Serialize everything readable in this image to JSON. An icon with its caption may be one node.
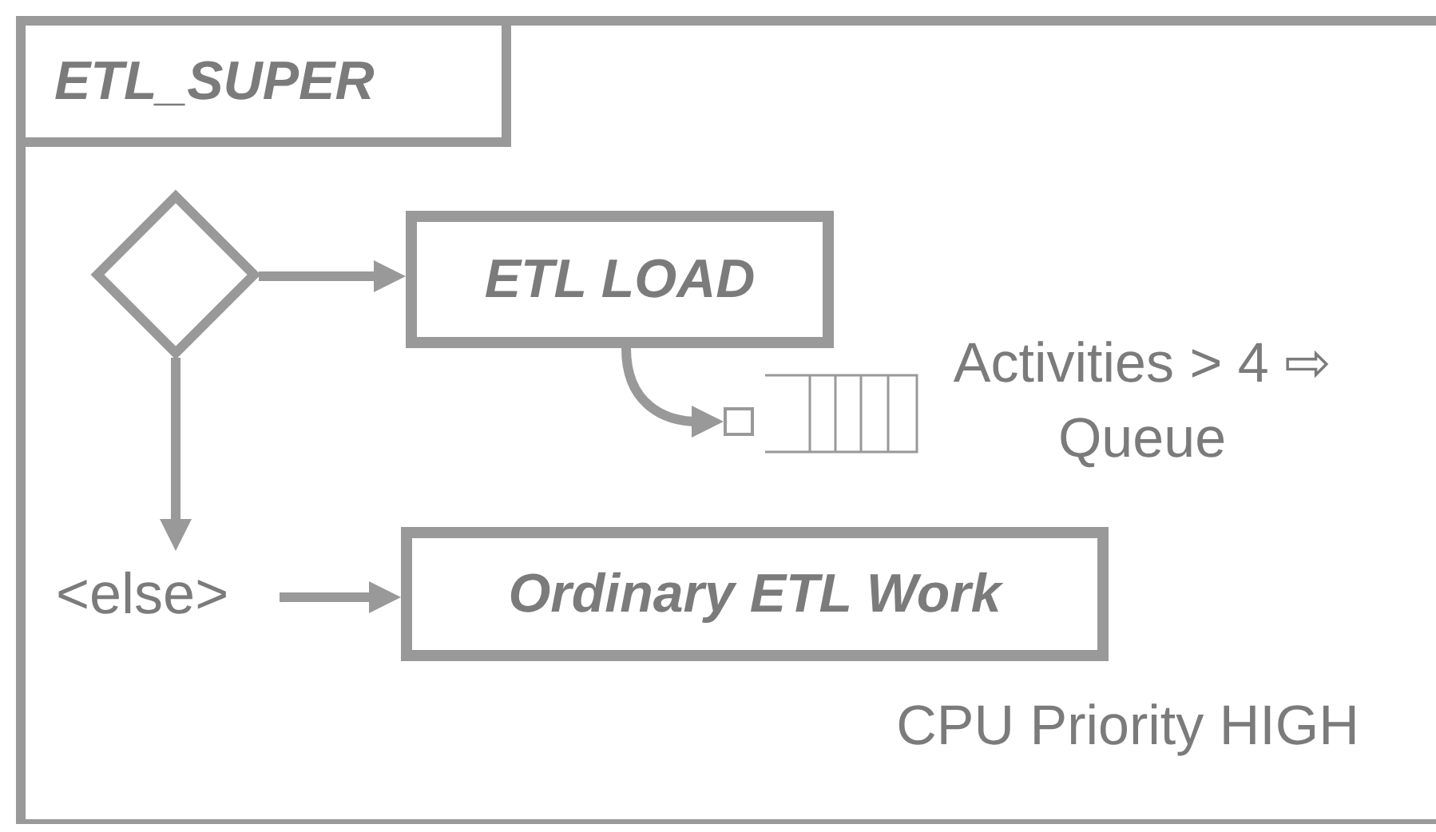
{
  "diagram": {
    "nodes": [
      {
        "text": [],
        "shape": "box"
      },
      {
        "text": [
          "ETL_SUPER"
        ],
        "in": 0
      },
      {
        "text": [],
        "shape": "diamond",
        "in": 0
      },
      {
        "text": [
          "ETL LOAD"
        ],
        "in": 0
      },
      {
        "text": [],
        "shape": "box",
        "in": 0
      },
      {
        "text": [
          "<else>"
        ],
        "in": 0
      },
      {
        "text": [
          "Ordinary ETL Work"
        ],
        "in": 0,
        "beside": [
          "CPU Priority HIGH"
        ]
      }
    ],
    "edges": [
      {
        "from": 2,
        "to": 3,
        "arrow": "to"
      },
      {
        "from": 3,
        "to": 4,
        "arrow": "to"
      },
      {
        "from": 2,
        "to": 5,
        "arrow": "to"
      },
      {
        "from": 5,
        "to": 6,
        "arrow": "to"
      }
    ],
    "labels": [
      "Activities > 4 ⇨ Queue"
    ]
  }
}
